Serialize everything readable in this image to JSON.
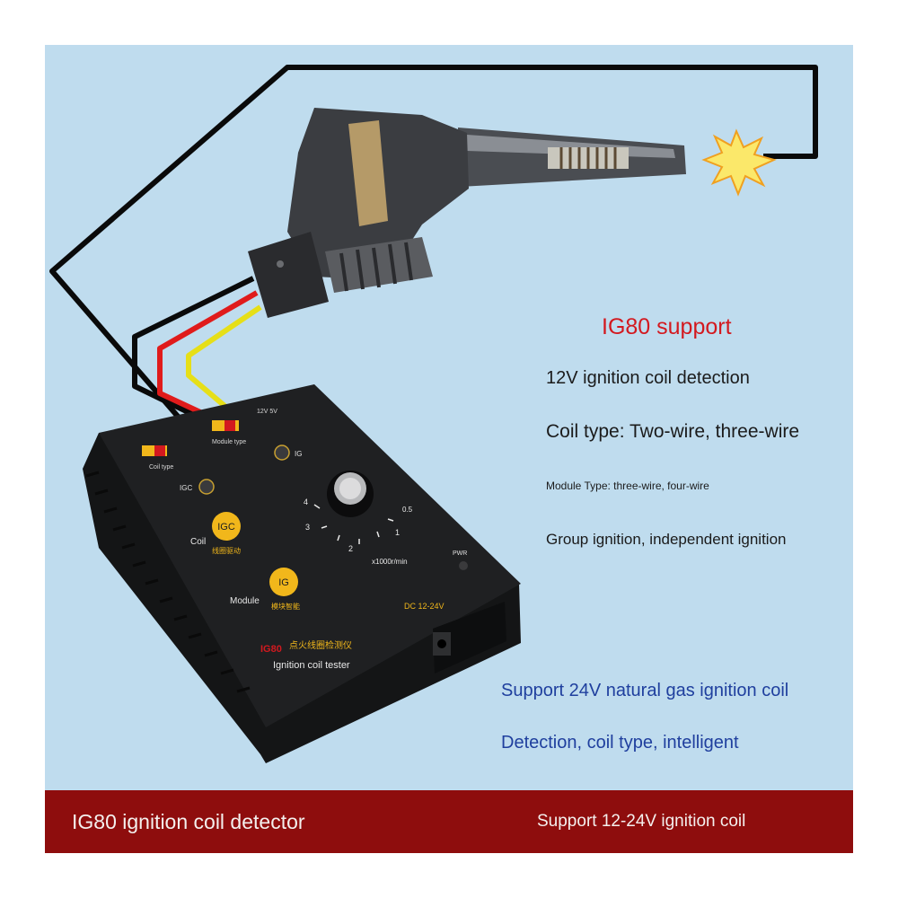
{
  "features": {
    "heading": "IG80 support",
    "items": [
      "12V ignition coil detection",
      "Coil type: Two-wire, three-wire",
      "Module Type: three-wire, four-wire",
      "Group ignition, independent ignition"
    ]
  },
  "support": {
    "line1": "Support 24V natural gas ignition coil",
    "line2": "Detection, coil type, intelligent"
  },
  "banner": {
    "left": "IG80 ignition coil detector",
    "right": "Support 12-24V ignition coil"
  },
  "device": {
    "coil_type_label": "Coil type",
    "module_type_label": "Module type",
    "signal_range_label": "12V  5V",
    "igc_label": "IGC",
    "ig_label": "IG",
    "coil_label": "Coil",
    "module_label": "Module",
    "coil_button": "IGC",
    "module_button": "IG",
    "coil_cn": "线圈驱动",
    "module_cn": "模块智能",
    "scale_unit": "x1000r/min",
    "dial_marks": [
      "4",
      "3",
      "2",
      "1",
      "0.5"
    ],
    "pwr_label": "PWR",
    "voltage": "DC 12-24V",
    "title_model": "IG80",
    "title_cn": "点火线圈检测仪",
    "title_en": "Ignition  coil  tester"
  },
  "colors": {
    "background": "#bfdcee",
    "heading": "#d3191f",
    "support_text": "#1f3f9e",
    "banner": "#8e0d0d",
    "device_body": "#1c1d1f",
    "wire_red": "#e01b1b",
    "wire_yellow": "#e6df18",
    "wire_black": "#0a0a0a",
    "button_yellow": "#f1b71b"
  }
}
